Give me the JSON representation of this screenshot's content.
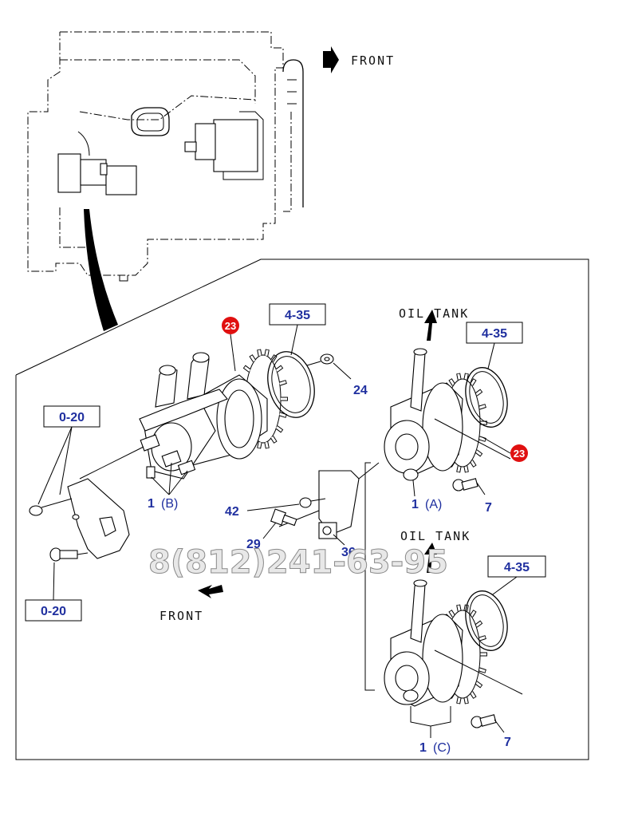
{
  "labels": {
    "front_top": "FRONT",
    "front_bottom": "FRONT",
    "oil_tank_1": "OIL TANK",
    "oil_tank_2": "OIL TANK",
    "ref_4_35_a": "4-35",
    "ref_4_35_b": "4-35",
    "ref_4_35_c": "4-35",
    "ref_0_20_a": "0-20",
    "ref_0_20_b": "0-20",
    "part_23_a": "23",
    "part_23_b": "23",
    "part_24": "24",
    "part_42": "42",
    "part_29": "29",
    "part_36": "36",
    "part_7_a": "7",
    "part_7_b": "7",
    "part_1b_num": "1",
    "part_1b_var": "(B)",
    "part_1a_num": "1",
    "part_1a_var": "(A)",
    "part_1c_num": "1",
    "part_1c_var": "(C)",
    "watermark": "8(812)241-63-95"
  },
  "colors": {
    "label_blue": "#1f2f9f",
    "callout_red": "#e01010",
    "line": "#000000"
  }
}
